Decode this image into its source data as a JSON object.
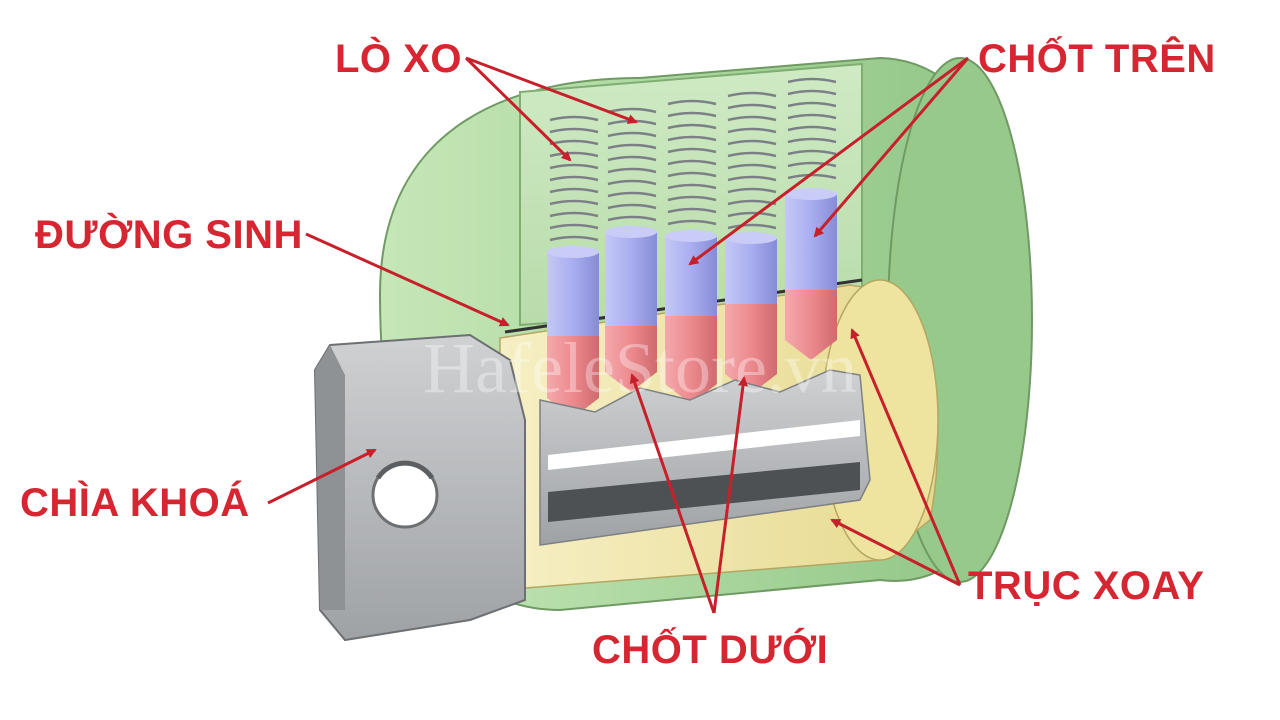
{
  "labels": {
    "springs": "LÒ XO",
    "top_pins": "CHỐT TRÊN",
    "shear_line": "ĐƯỜNG SINH",
    "key": "CHÌA KHOÁ",
    "plug": "TRỤC XOAY",
    "bottom_pins": "CHỐT DƯỚI"
  },
  "watermark": "HafeleStore.vn",
  "colors": {
    "label": "#d62631",
    "arrow": "#c8202a",
    "housing": "#a6d49a",
    "housing_edge": "#6f9a63",
    "plug": "#f1e7ab",
    "top_pin": "#a9aef0",
    "bottom_pin": "#ec8a8e",
    "spring": "#7b7f86",
    "key": "#b7b9bc",
    "key_dark": "#6d7073"
  },
  "pin_count": 5
}
